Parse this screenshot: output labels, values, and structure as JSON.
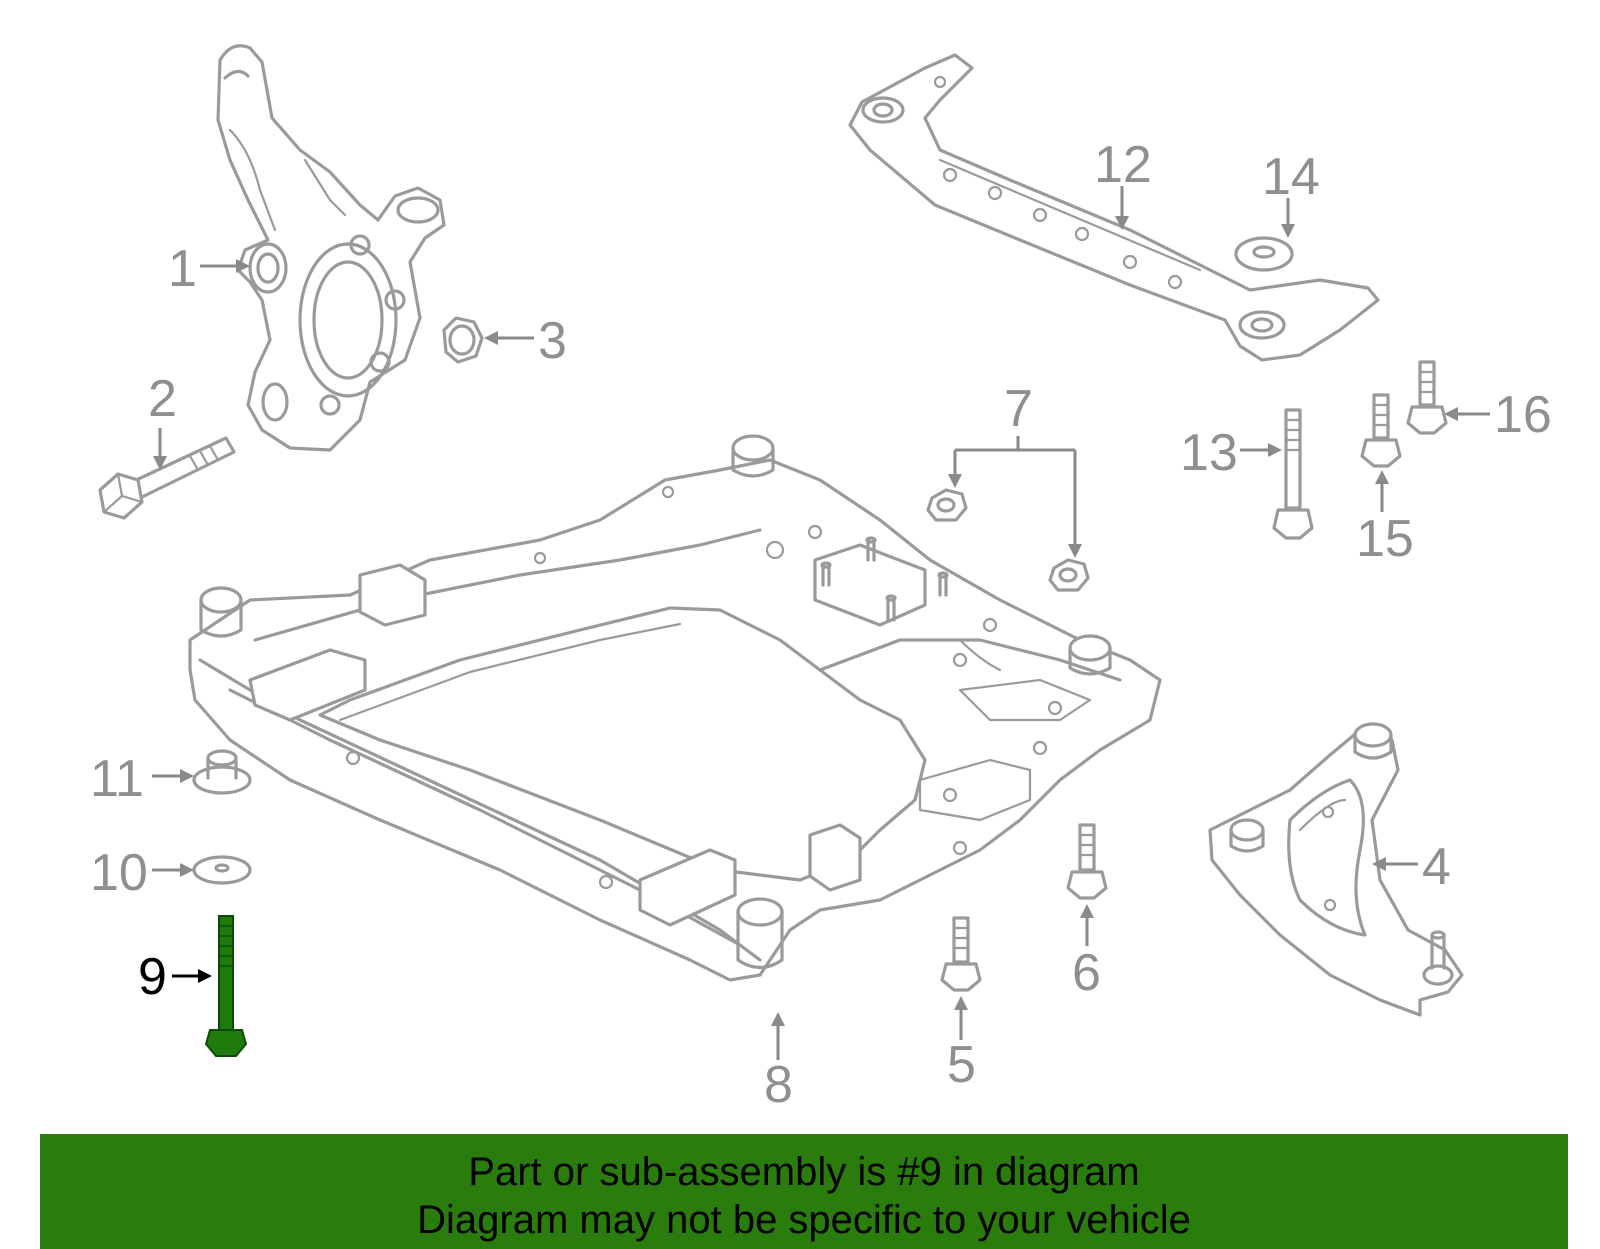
{
  "highlight_color": "#2a7d0c",
  "callouts": [
    {
      "id": "1",
      "label": "1"
    },
    {
      "id": "2",
      "label": "2"
    },
    {
      "id": "3",
      "label": "3"
    },
    {
      "id": "4",
      "label": "4"
    },
    {
      "id": "5",
      "label": "5"
    },
    {
      "id": "6",
      "label": "6"
    },
    {
      "id": "7",
      "label": "7"
    },
    {
      "id": "8",
      "label": "8"
    },
    {
      "id": "9",
      "label": "9",
      "highlighted": true
    },
    {
      "id": "10",
      "label": "10"
    },
    {
      "id": "11",
      "label": "11"
    },
    {
      "id": "12",
      "label": "12"
    },
    {
      "id": "13",
      "label": "13"
    },
    {
      "id": "14",
      "label": "14"
    },
    {
      "id": "15",
      "label": "15"
    },
    {
      "id": "16",
      "label": "16"
    }
  ],
  "banner": {
    "line1": "Part or sub-assembly is #9 in diagram",
    "line2": "Diagram may not be specific to your vehicle"
  }
}
